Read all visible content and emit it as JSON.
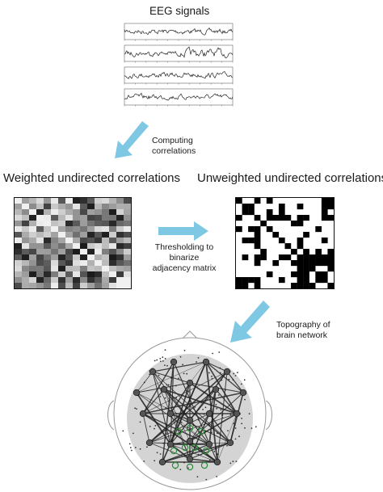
{
  "eeg": {
    "title": "EEG signals",
    "channel_count": 4
  },
  "steps": {
    "computing": [
      "Computing",
      "correlations"
    ],
    "thresholding": [
      "Thresholding to",
      "binarize",
      "adjacency matrix"
    ],
    "topography": [
      "Topography of",
      "brain network"
    ]
  },
  "matrices": {
    "weighted_title": "Weighted undirected correlations",
    "unweighted_title": "Unweighted undirected correlations",
    "size": 16
  },
  "colors": {
    "arrow": "#7ec8e3",
    "matrix_border": "#111111",
    "head_fill": "#d4d4d4",
    "highlight_node": "#2e8b3a",
    "edge": "#222222"
  }
}
